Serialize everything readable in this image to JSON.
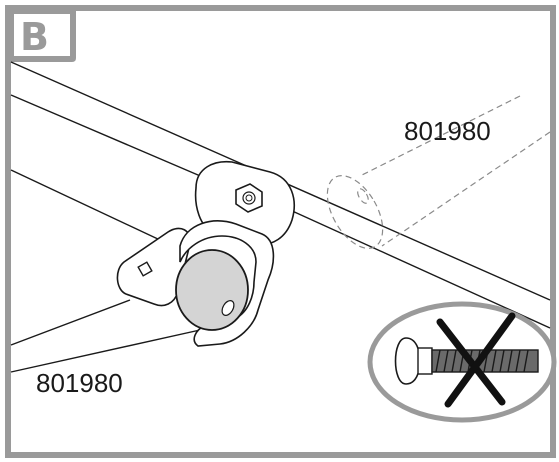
{
  "step": {
    "letter": "B"
  },
  "parts": {
    "upper_tube_label": "801980",
    "lower_tube_label": "801980"
  },
  "callout": {
    "icon": "carriage-bolt-crossed-out-icon"
  },
  "colors": {
    "frame": "#9a9a9a",
    "tube_end": "#d4d4d4",
    "ink": "#1a1a1a"
  }
}
